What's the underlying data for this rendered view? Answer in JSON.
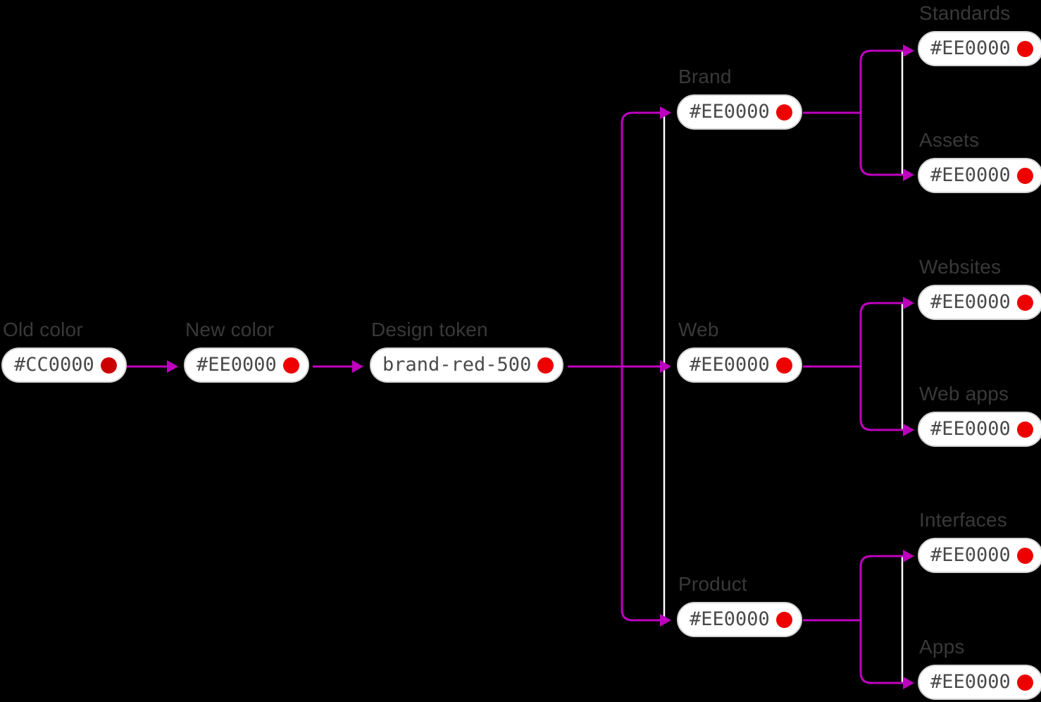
{
  "colors": {
    "background": "#000000",
    "connector-magenta": "#BE00BE",
    "spine-white": "#FFFFFF",
    "pill-bg": "#FFFFFF",
    "pill-border": "#D4D4D4",
    "pill-text": "#4A4A4A",
    "label-text": "#39393B",
    "old-red": "#CC0000",
    "new-red": "#EE0000"
  },
  "nodes": [
    {
      "id": "old-color",
      "label": "Old color",
      "value": "#CC0000",
      "swatch": "#CC0000"
    },
    {
      "id": "new-color",
      "label": "New color",
      "value": "#EE0000",
      "swatch": "#EE0000"
    },
    {
      "id": "design-token",
      "label": "Design token",
      "value": "brand-red-500",
      "swatch": "#EE0000"
    },
    {
      "id": "brand",
      "label": "Brand",
      "value": "#EE0000",
      "swatch": "#EE0000"
    },
    {
      "id": "web",
      "label": "Web",
      "value": "#EE0000",
      "swatch": "#EE0000"
    },
    {
      "id": "product",
      "label": "Product",
      "value": "#EE0000",
      "swatch": "#EE0000"
    },
    {
      "id": "standards",
      "label": "Standards",
      "value": "#EE0000",
      "swatch": "#EE0000"
    },
    {
      "id": "assets",
      "label": "Assets",
      "value": "#EE0000",
      "swatch": "#EE0000"
    },
    {
      "id": "websites",
      "label": "Websites",
      "value": "#EE0000",
      "swatch": "#EE0000"
    },
    {
      "id": "web-apps",
      "label": "Web apps",
      "value": "#EE0000",
      "swatch": "#EE0000"
    },
    {
      "id": "interfaces",
      "label": "Interfaces",
      "value": "#EE0000",
      "swatch": "#EE0000"
    },
    {
      "id": "apps",
      "label": "Apps",
      "value": "#EE0000",
      "swatch": "#EE0000"
    }
  ]
}
